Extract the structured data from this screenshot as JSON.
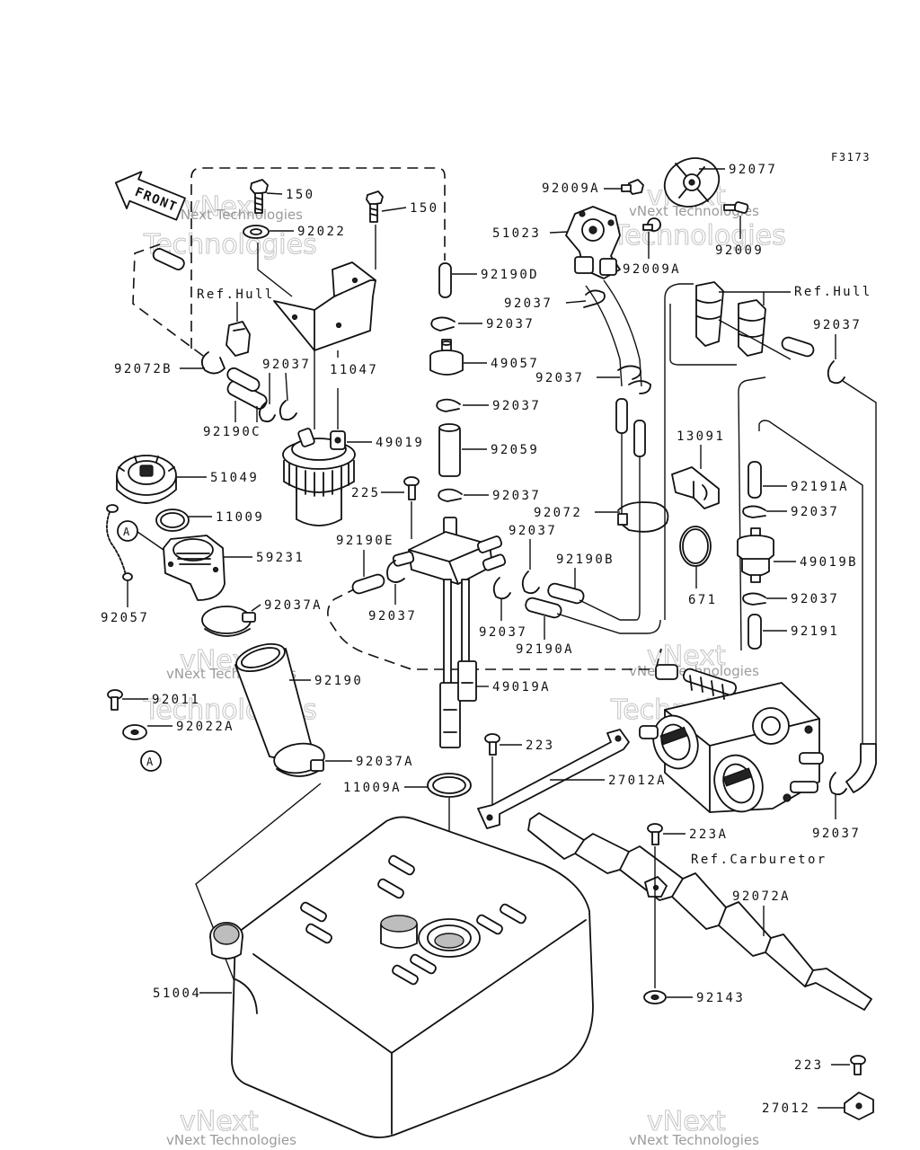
{
  "figure_code": "F3173",
  "front_label": "FRONT",
  "marker": "A",
  "watermark": {
    "line": "vNext Technologies",
    "big1": "vNext",
    "big2": "Technologies"
  },
  "callouts": [
    "150",
    "150",
    "92022",
    "92190D",
    "92009A",
    "92077",
    "51023",
    "92009",
    "92009A",
    "Ref.Hull",
    "92037",
    "Ref.Hull",
    "92037",
    "92037",
    "92072B",
    "92037",
    "11047",
    "49057",
    "92037",
    "92037",
    "92190C",
    "49019",
    "13091",
    "92059",
    "51049",
    "225",
    "92037",
    "92191A",
    "11009",
    "92072",
    "92037",
    "92037",
    "59231",
    "92190E",
    "92190B",
    "49019B",
    "671",
    "92037",
    "92037A",
    "92057",
    "92037",
    "92037",
    "92191",
    "92190A",
    "92190",
    "49019A",
    "92011",
    "92022A",
    "223",
    "92037A",
    "27012A",
    "11009A",
    "92037",
    "223A",
    "Ref.Carburetor",
    "92072A",
    "51004",
    "92143",
    "223",
    "27012"
  ]
}
